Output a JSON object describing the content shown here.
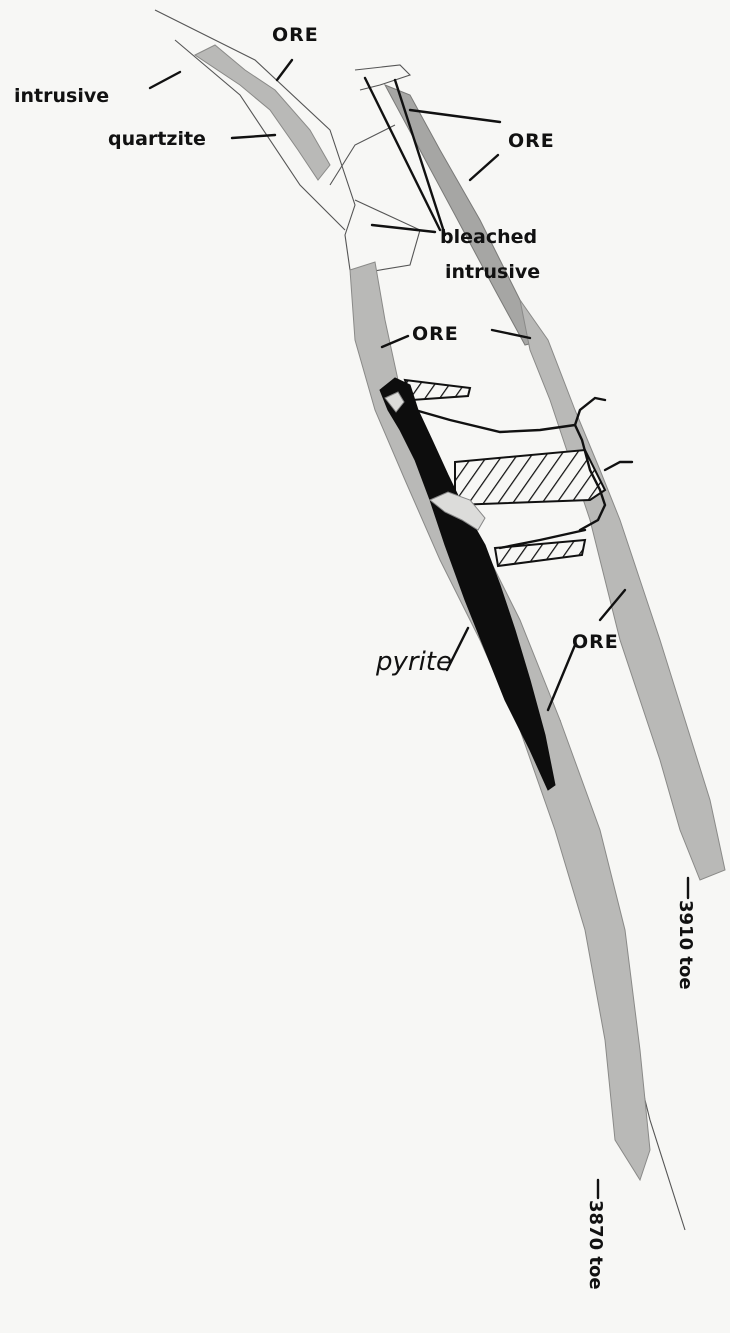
{
  "labels": {
    "intrusive": "intrusive",
    "ore_top_left": "ORE",
    "quartzite": "quartzite",
    "ore_top_right": "ORE",
    "bleached": "bleached",
    "intrusive_2": "intrusive",
    "ore_middle": "ORE",
    "pyrite": "pyrite",
    "ore_lower": "ORE",
    "toe_3910": "3910 toe",
    "toe_3870": "3870 toe"
  },
  "colors": {
    "ore_fill": "#b9b9b7",
    "pyrite_fill": "#0d0d0d",
    "ink": "#111111",
    "paper": "#f7f7f5"
  }
}
